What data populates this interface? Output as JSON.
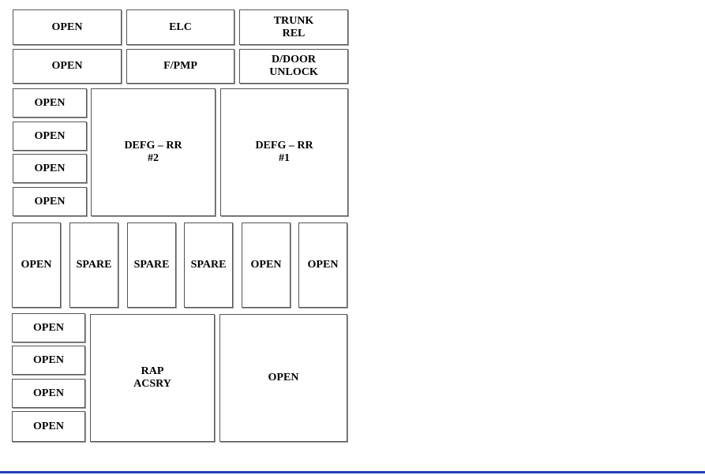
{
  "fuse_block": {
    "top_rows": [
      [
        "OPEN",
        "ELC",
        "TRUNK\nREL"
      ],
      [
        "OPEN",
        "F/PMP",
        "D/DOOR\nUNLOCK"
      ]
    ],
    "upper_small": [
      "OPEN",
      "OPEN",
      "OPEN",
      "OPEN"
    ],
    "upper_large": [
      "DEFG – RR\n#2",
      "DEFG – RR\n#1"
    ],
    "middle_row": [
      "OPEN",
      "SPARE",
      "SPARE",
      "SPARE",
      "OPEN",
      "OPEN"
    ],
    "lower_small": [
      "OPEN",
      "OPEN",
      "OPEN",
      "OPEN"
    ],
    "lower_large": [
      "RAP\nACSRY",
      "OPEN"
    ]
  },
  "colors": {
    "border": "#555555",
    "bottom_rule": "#1f3fb5"
  }
}
